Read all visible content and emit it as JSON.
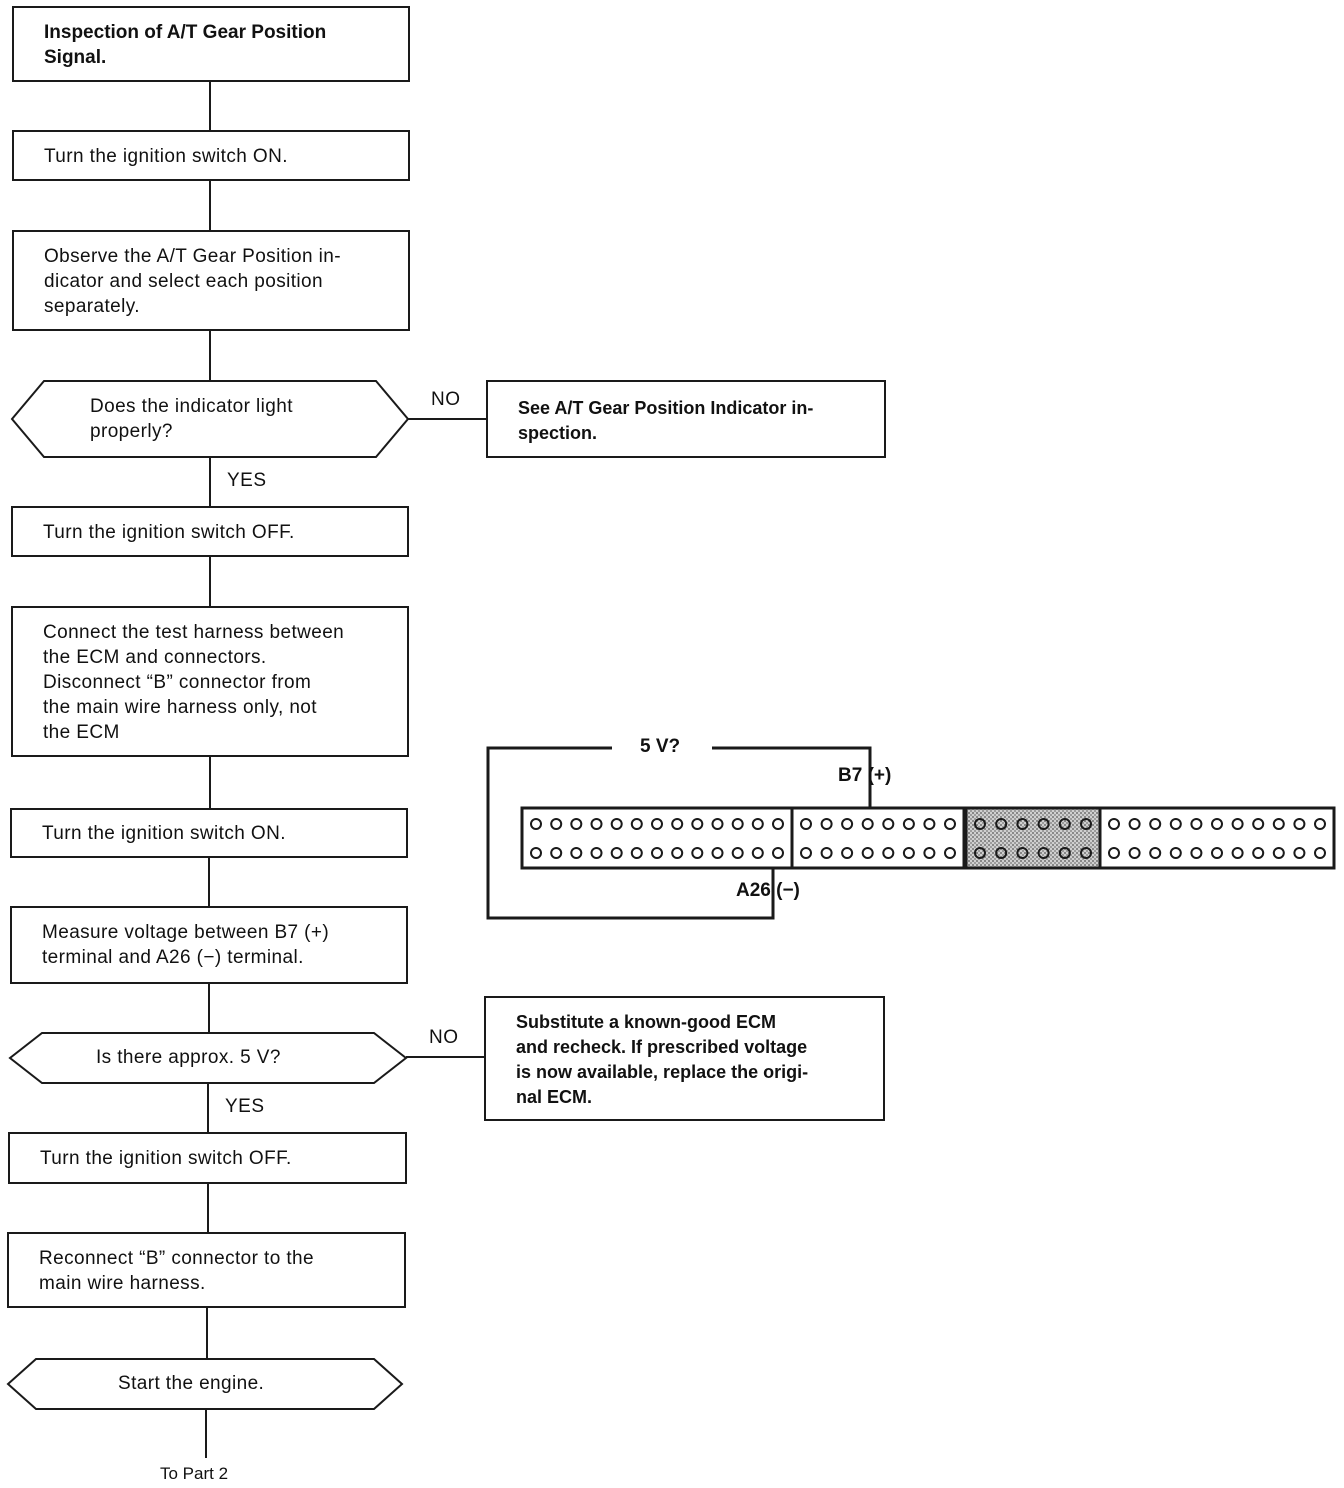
{
  "flow": {
    "step1": [
      "Inspection of A/T Gear Position",
      "Signal."
    ],
    "step2": [
      "Turn the ignition switch ON."
    ],
    "step3": [
      "Observe the A/T Gear Position in-",
      "dicator and select each position",
      "separately."
    ],
    "decision1": [
      "Does the indicator light",
      "properly?"
    ],
    "no_result1": [
      "See A/T Gear Position Indicator in-",
      "spection."
    ],
    "step4": [
      "Turn the ignition switch OFF."
    ],
    "step5": [
      "Connect the test harness between",
      "the ECM and connectors.",
      "Disconnect “B” connector from",
      "the main wire harness only, not",
      "the ECM"
    ],
    "step6": [
      "Turn the ignition switch ON."
    ],
    "step7": [
      "Measure voltage between B7 (+)",
      "terminal and A26 (−) terminal."
    ],
    "decision2": [
      "Is there approx. 5 V?"
    ],
    "no_result2": [
      "Substitute a known-good ECM",
      "and recheck. If prescribed voltage",
      "is now available, replace the origi-",
      "nal ECM."
    ],
    "step8": [
      "Turn the ignition switch OFF."
    ],
    "step9": [
      "Reconnect “B” connector to the",
      "main wire harness."
    ],
    "step10": [
      "Start the engine."
    ],
    "end_label": "To Part 2"
  },
  "branches": {
    "no1": "NO",
    "yes1": "YES",
    "no2": "NO",
    "yes2": "YES"
  },
  "connector": {
    "meter_label": "5 V?",
    "pin_plus": "B7 (+)",
    "pin_minus": "A26 (−)"
  }
}
